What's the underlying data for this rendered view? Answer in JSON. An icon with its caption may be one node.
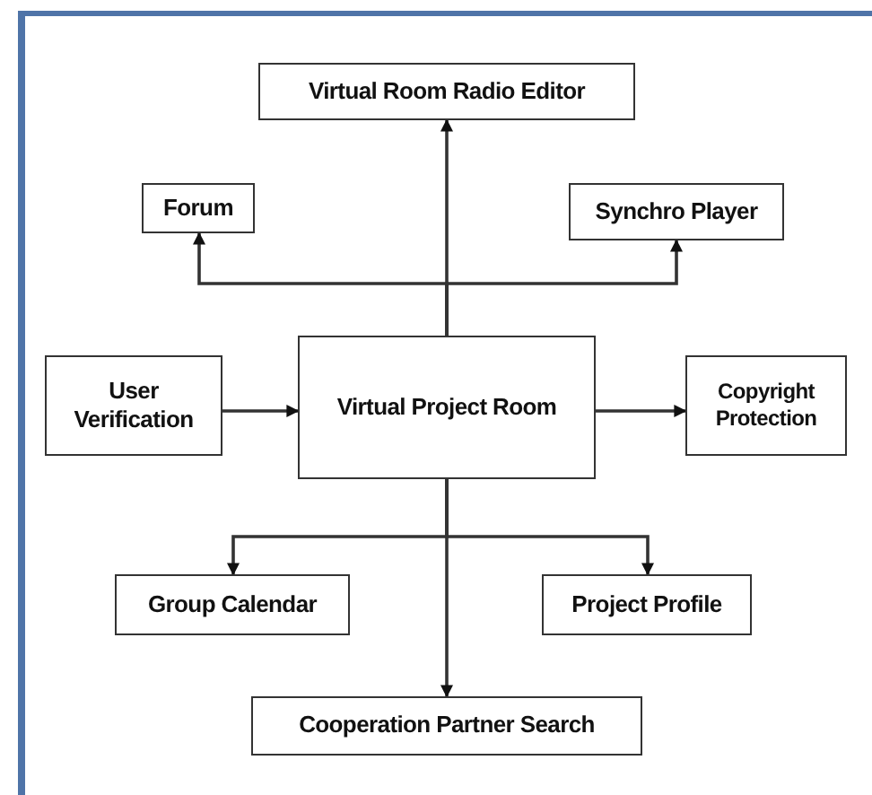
{
  "diagram": {
    "nodes": [
      {
        "text": [
          "Virtual Room Radio Editor"
        ]
      },
      {
        "text": [
          "Forum"
        ]
      },
      {
        "text": [
          "Synchro Player"
        ]
      },
      {
        "text": [
          "User Verification"
        ]
      },
      {
        "text": [
          "Virtual Project Room"
        ]
      },
      {
        "text": [
          "Copyright Protection"
        ]
      },
      {
        "text": [
          "Group Calendar"
        ]
      },
      {
        "text": [
          "Project Profile"
        ]
      },
      {
        "text": [
          "Cooperation Partner Search"
        ]
      }
    ],
    "edges": [
      {
        "from": 4,
        "to": 0,
        "arrow": "to"
      },
      {
        "from": 4,
        "to": 1,
        "arrow": "to"
      },
      {
        "from": 4,
        "to": 2,
        "arrow": "to"
      },
      {
        "from": 3,
        "to": 4,
        "arrow": "to"
      },
      {
        "from": 4,
        "to": 5,
        "arrow": "to"
      },
      {
        "from": 4,
        "to": 6,
        "arrow": "to"
      },
      {
        "from": 4,
        "to": 7,
        "arrow": "to"
      },
      {
        "from": 4,
        "to": 8,
        "arrow": "to"
      }
    ]
  }
}
